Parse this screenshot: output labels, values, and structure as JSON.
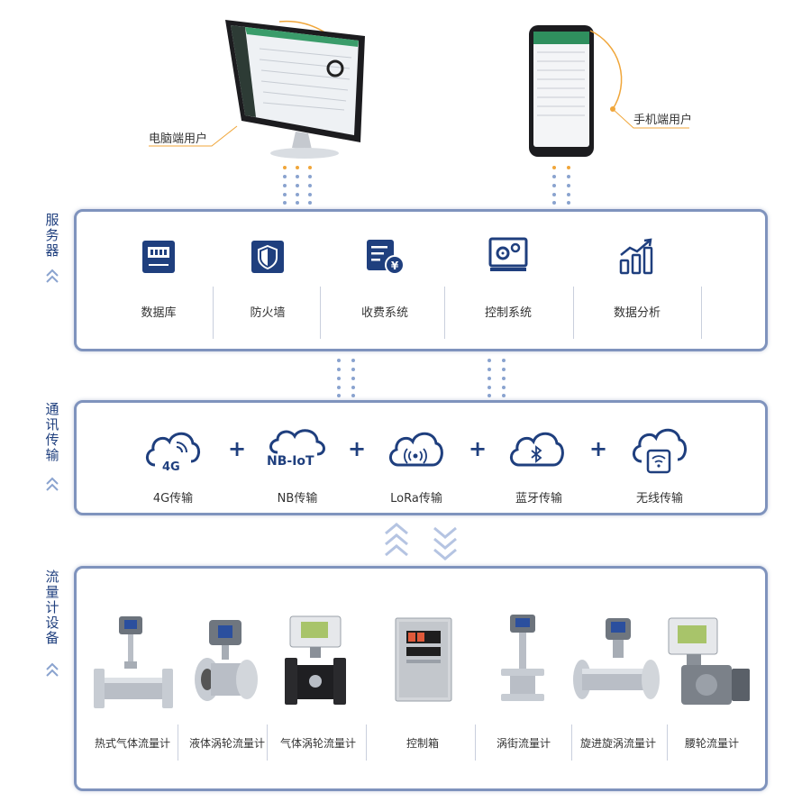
{
  "users": {
    "pc_label": "电脑端用户",
    "mobile_label": "手机端用户"
  },
  "sections": {
    "server_title": "服务器",
    "comm_title": "通讯传输",
    "device_title": "流量计设备"
  },
  "server_items": [
    {
      "label": "数据库",
      "icon": "database-icon"
    },
    {
      "label": "防火墙",
      "icon": "shield-icon"
    },
    {
      "label": "收费系统",
      "icon": "billing-icon"
    },
    {
      "label": "控制系统",
      "icon": "control-gears-icon"
    },
    {
      "label": "数据分析",
      "icon": "bar-chart-icon"
    }
  ],
  "comm_items": [
    {
      "label": "4G传输",
      "icon_text": "4G",
      "icon": "cloud-4g-icon"
    },
    {
      "label": "NB传输",
      "icon_text": "NB-IoT",
      "icon": "cloud-nbiot-icon"
    },
    {
      "label": "LoRa传输",
      "icon_text": "",
      "icon": "cloud-lora-icon"
    },
    {
      "label": "蓝牙传输",
      "icon_text": "",
      "icon": "cloud-bluetooth-icon"
    },
    {
      "label": "无线传输",
      "icon_text": "",
      "icon": "cloud-wifi-icon"
    }
  ],
  "plus_sign": "+",
  "devices": [
    {
      "label": "热式气体流量计"
    },
    {
      "label": "液体涡轮流量计"
    },
    {
      "label": "气体涡轮流量计"
    },
    {
      "label": "控制箱"
    },
    {
      "label": "涡街流量计"
    },
    {
      "label": "旋进旋涡流量计"
    },
    {
      "label": "腰轮流量计"
    }
  ],
  "colors": {
    "primary": "#1f3f7e",
    "panel_border": "#7f93bd",
    "accent_orange": "#f0a63a",
    "dot_blue": "#8aa3cf",
    "steel": "#b9bec6"
  }
}
